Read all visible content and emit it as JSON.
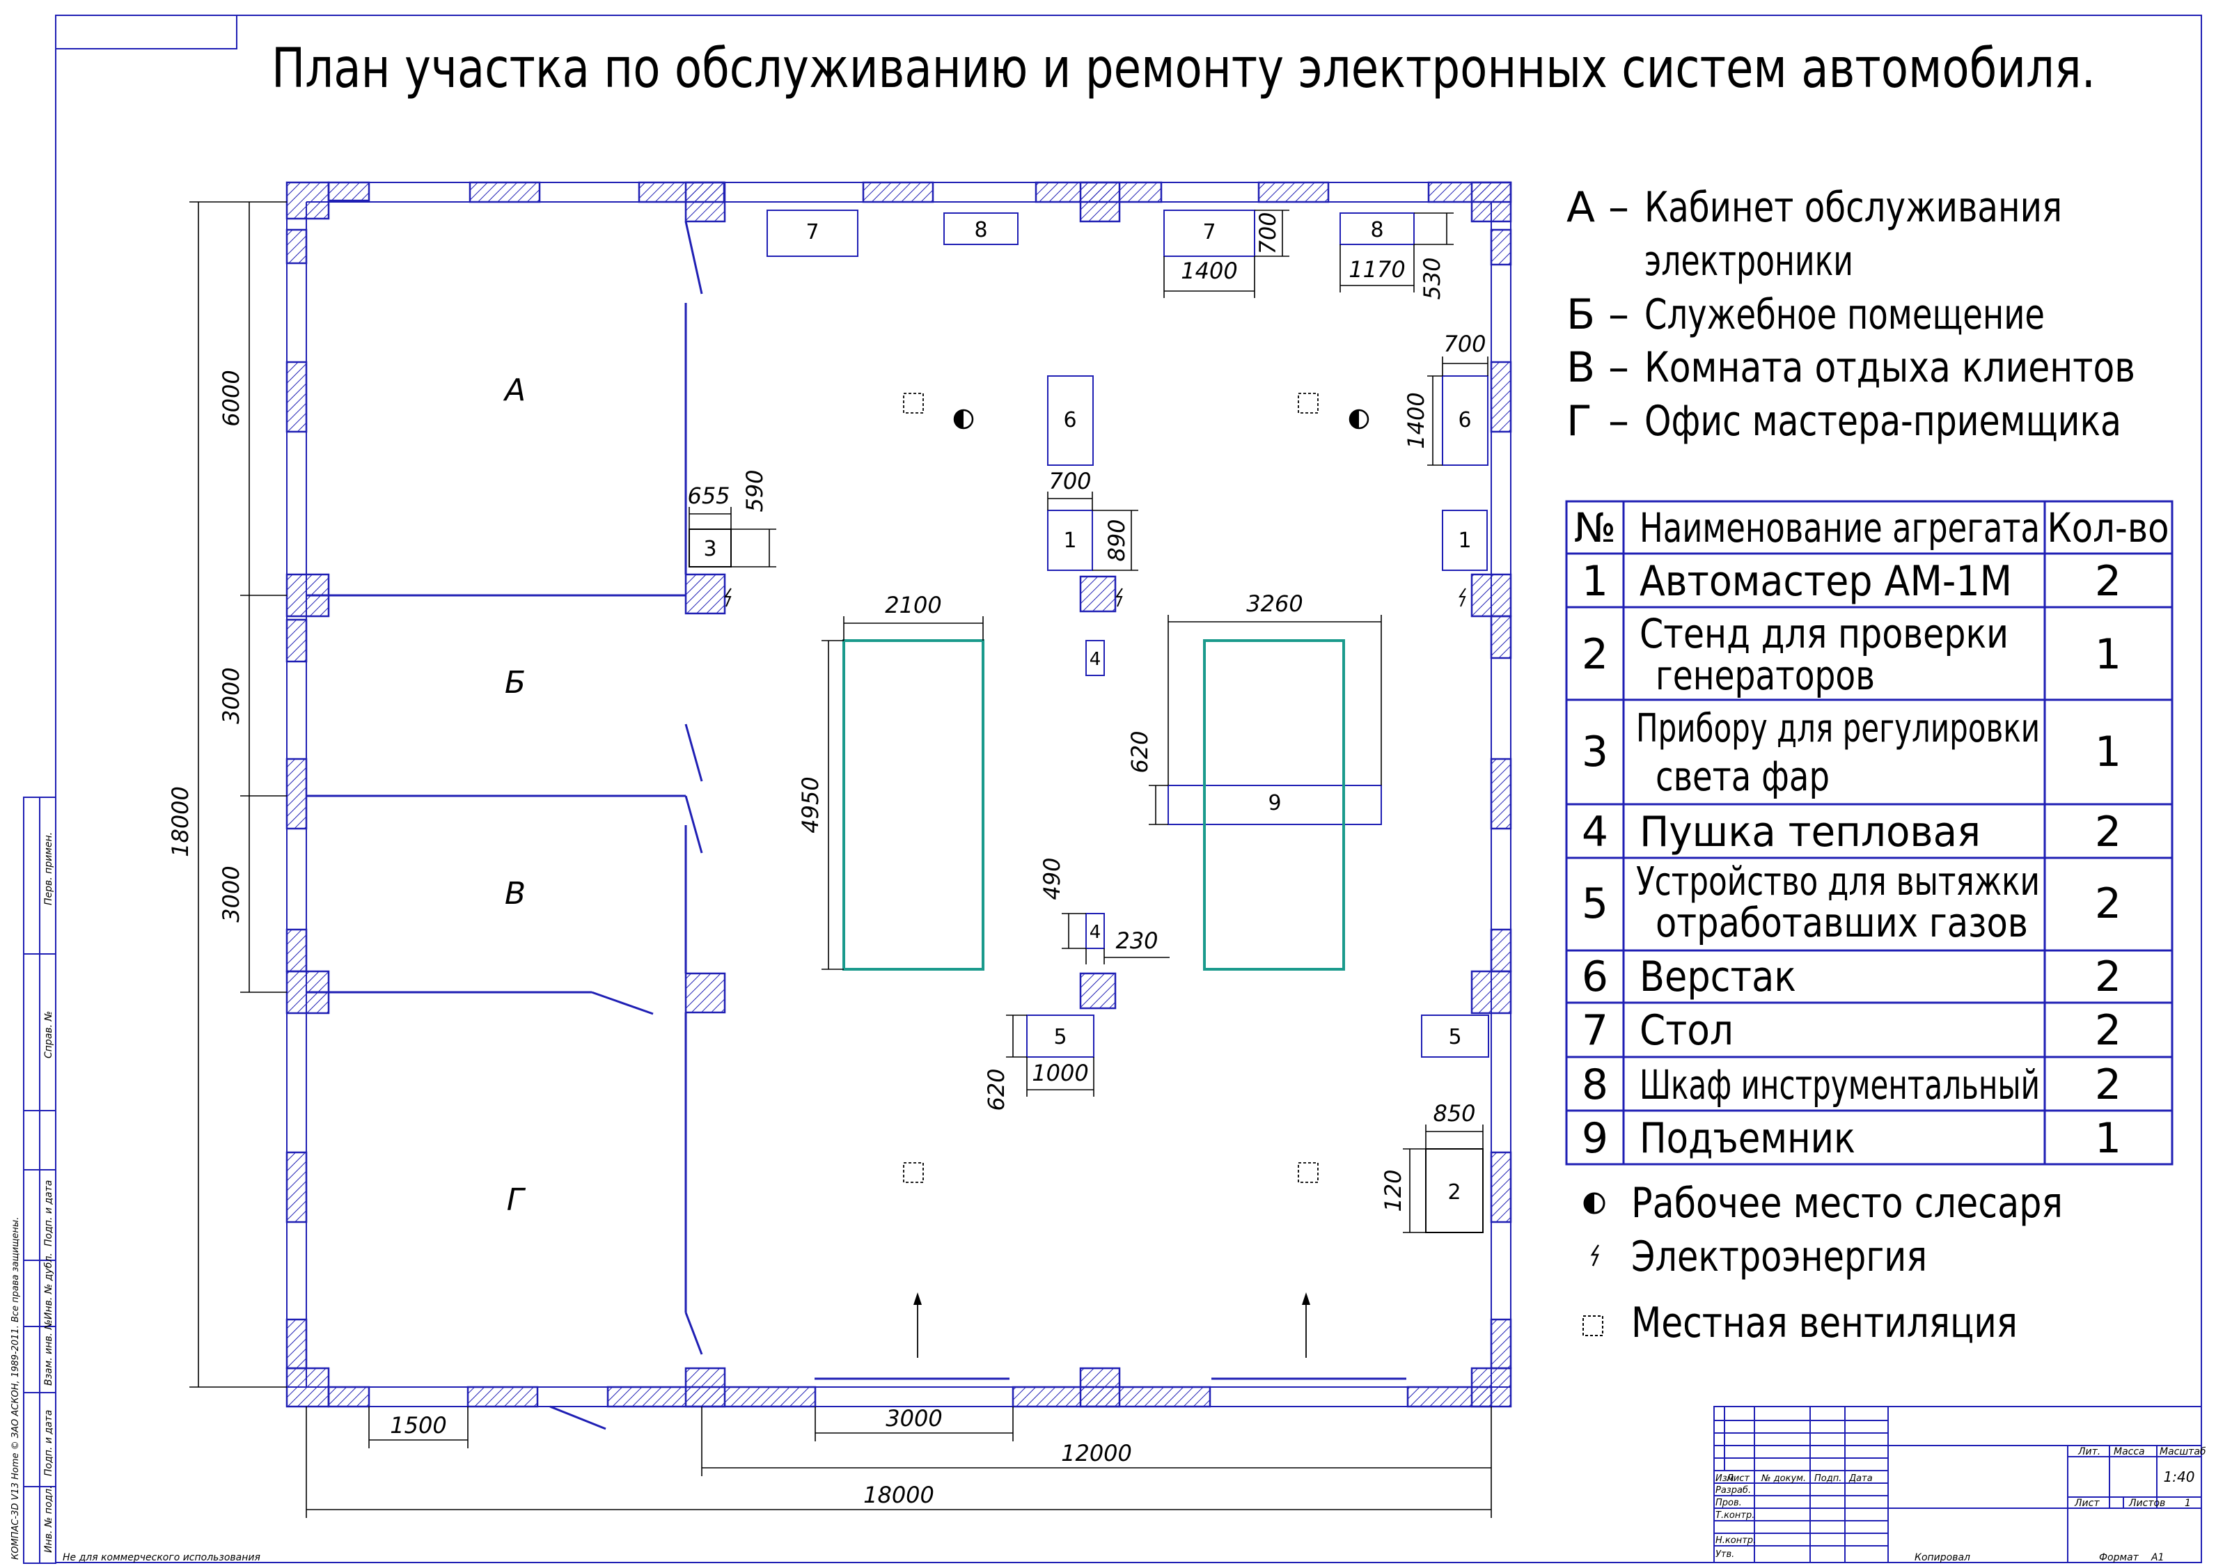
{
  "title": "План участка по обслуживанию и ремонту электронных систем автомобиля.",
  "rooms": [
    {
      "letter": "А",
      "name": "Кабинет обслуживания электроники",
      "name_line1": "Кабинет обслуживания",
      "name_line2": "электроники"
    },
    {
      "letter": "Б",
      "name": "Служебное помещение"
    },
    {
      "letter": "В",
      "name": "Комната отдыха клиентов"
    },
    {
      "letter": "Г",
      "name": "Офис мастера-приемщика"
    }
  ],
  "equipment_table": {
    "headers": [
      "№",
      "Наименование агрегата",
      "Кол-во"
    ],
    "rows": [
      {
        "no": "1",
        "name": "Автомастер АМ-1М",
        "qty": "2"
      },
      {
        "no": "2",
        "name_line1": "Стенд для проверки",
        "name_line2": "генераторов",
        "qty": "1"
      },
      {
        "no": "3",
        "name_line1": "Прибору для регулировки",
        "name_line2": "света фар",
        "qty": "1"
      },
      {
        "no": "4",
        "name": "Пушка тепловая",
        "qty": "2"
      },
      {
        "no": "5",
        "name_line1": "Устройство для вытяжки",
        "name_line2": "отработавших газов",
        "qty": "2"
      },
      {
        "no": "6",
        "name": "Верстак",
        "qty": "2"
      },
      {
        "no": "7",
        "name": "Стол",
        "qty": "2"
      },
      {
        "no": "8",
        "name": "Шкаф инструментальный",
        "qty": "2"
      },
      {
        "no": "9",
        "name": "Подъемник",
        "qty": "1"
      }
    ]
  },
  "legend": {
    "workplace": "Рабочее место слесаря",
    "electricity": "Электроэнергия",
    "ventilation": "Местная вентиляция"
  },
  "equipment_labels": {
    "n1": "1",
    "n2": "2",
    "n3": "3",
    "n4": "4",
    "n5": "5",
    "n6": "6",
    "n7": "7",
    "n8": "8",
    "n9": "9"
  },
  "dimensions": {
    "d18000": "18000",
    "d6000": "6000",
    "d3000": "3000",
    "d12000": "12000",
    "d1500": "1500",
    "d700": "700",
    "d1400": "1400",
    "d1170": "1170",
    "d530": "530",
    "d655": "655",
    "d590": "590",
    "d890": "890",
    "d2100": "2100",
    "d3260": "3260",
    "d4950": "4950",
    "d620": "620",
    "d490": "490",
    "d230": "230",
    "d1000": "1000",
    "d850": "850",
    "d120": "120"
  },
  "title_block": {
    "cols": [
      "Изм",
      "Лист",
      "№ докум.",
      "Подп.",
      "Дата"
    ],
    "rows": [
      "Разраб.",
      "Пров.",
      "Т.контр.",
      "Н.контр.",
      "Утв."
    ],
    "lit": "Лит.",
    "mass": "Масса",
    "scale": "Масштаб",
    "scale_value": "1:40",
    "sheet": "Лист",
    "sheets": "Листов",
    "sheets_value": "1"
  },
  "footer": {
    "left": "Не для коммерческого использования",
    "copied": "Копировал",
    "format": "Формат",
    "format_value": "А1"
  },
  "side_stamp": {
    "perv": "Перв. примен.",
    "sprav": "Справ. №",
    "podp_data": "Подп. и дата",
    "inv_dubl": "Инв. № дубл.",
    "vzam": "Взам. инв. №",
    "inv_podl": "Инв. № подл.",
    "kompas": "КОМПАС-3D V13 Home © ЗАО АСКОН, 1989-2011. Все права защищены."
  },
  "colors": {
    "lines": "#1f1fb4",
    "lift": "#1a9a8c",
    "hatch": "#1f1fb4"
  }
}
